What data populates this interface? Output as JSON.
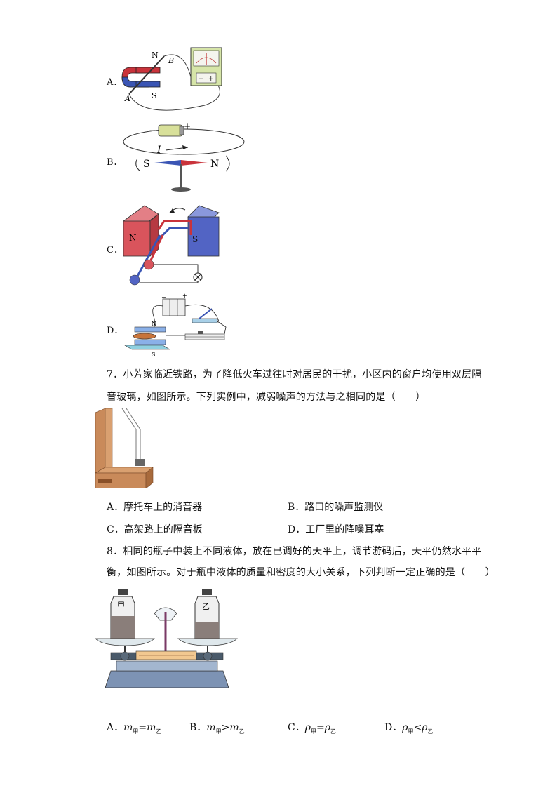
{
  "q6_options": [
    {
      "label": "A．",
      "fig": {
        "N": "N",
        "S": "S",
        "A": "A",
        "B": "B"
      }
    },
    {
      "label": "B．",
      "fig": {
        "minus": "−",
        "plus": "+",
        "I": "I",
        "S": "S",
        "N": "N"
      }
    },
    {
      "label": "C．",
      "fig": {
        "N": "N",
        "S": "S"
      }
    },
    {
      "label": "D．",
      "fig": {
        "N": "N",
        "S": "S",
        "minus": "−",
        "plus": "+"
      }
    }
  ],
  "q7": {
    "line1": "7．小芳家临近铁路，为了降低火车过往时对居民的干扰，小区内的窗户均使用双层隔",
    "line2": "音玻璃，如图所示。下列实例中，减弱噪声的方法与之相同的是（　　）",
    "choices": [
      "A．摩托车上的消音器",
      "B．路口的噪声监测仪",
      "C．高架路上的隔音板",
      "D．工厂里的降噪耳塞"
    ]
  },
  "q8": {
    "line1": "8．相同的瓶子中装上不同液体，放在已调好的天平上，调节游码后，天平仍然水平平",
    "line2": "衡，如图所示。对于瓶中液体的质量和密度的大小关系，下列判断一定正确的是（　　）",
    "bottle_left": "甲",
    "bottle_right": "乙",
    "choices": [
      {
        "letter": "A．",
        "sym": "m",
        "sub1": "甲",
        "op": "=",
        "sym2": "m",
        "sub2": "乙"
      },
      {
        "letter": "B．",
        "sym": "m",
        "sub1": "甲",
        "op": ">",
        "sym2": "m",
        "sub2": "乙"
      },
      {
        "letter": "C．",
        "sym": "ρ",
        "sub1": "甲",
        "op": "=",
        "sym2": "ρ",
        "sub2": "乙"
      },
      {
        "letter": "D．",
        "sym": "ρ",
        "sub1": "甲",
        "op": "<",
        "sym2": "ρ",
        "sub2": "乙"
      }
    ]
  }
}
